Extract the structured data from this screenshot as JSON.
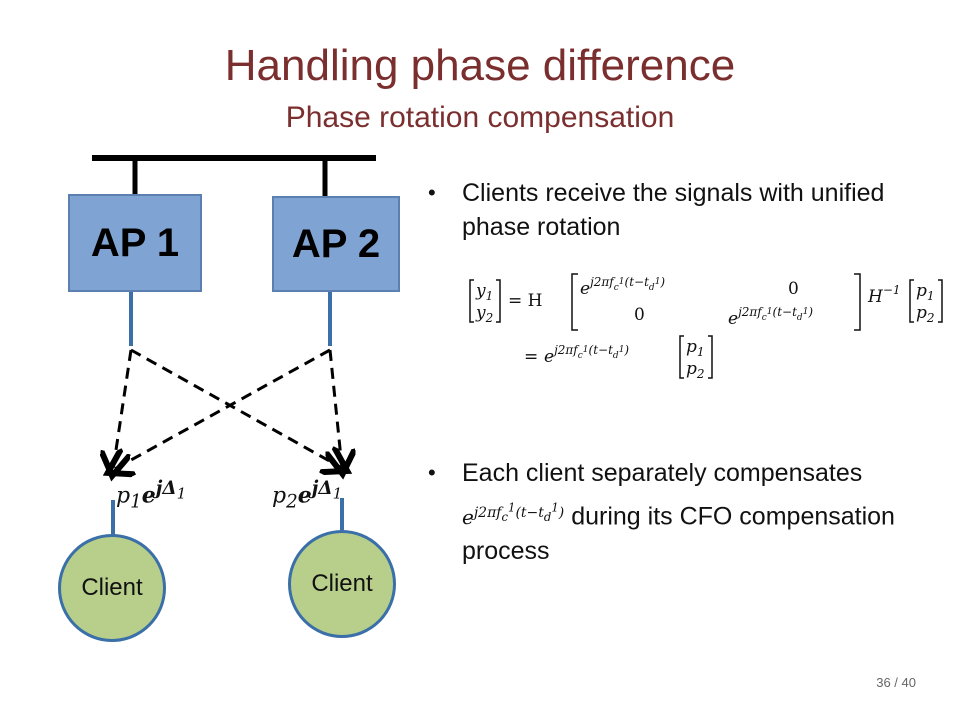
{
  "slide": {
    "title": "Handling phase difference",
    "subtitle": "Phase rotation compensation",
    "page": "36 / 40"
  },
  "diagram": {
    "ap1_label": "AP 1",
    "ap2_label": "AP 2",
    "client1_label": "Client",
    "client2_label": "Client",
    "weight1": "p₁ e^{jΔ₁}",
    "weight2": "p₂ e^{jΔ₁}"
  },
  "bullets": [
    {
      "text": "Clients receive the signals with unified phase rotation"
    },
    {
      "text_before": "Each client separately compensates",
      "math": "e^{j2πf_c¹(t−t_d¹)}",
      "text_after": "during its CFO compensation process"
    }
  ],
  "equation": {
    "line1": "[y₁ ; y₂] = H [ e^{j2πf_c¹(t−t_d¹)} 0 ; 0 e^{j2πf_c¹(t−t_d¹)} ] H⁻¹ [p₁ ; p₂]",
    "line2": "= e^{j2πf_c¹(t−t_d¹)} [p₁ ; p₂]"
  }
}
